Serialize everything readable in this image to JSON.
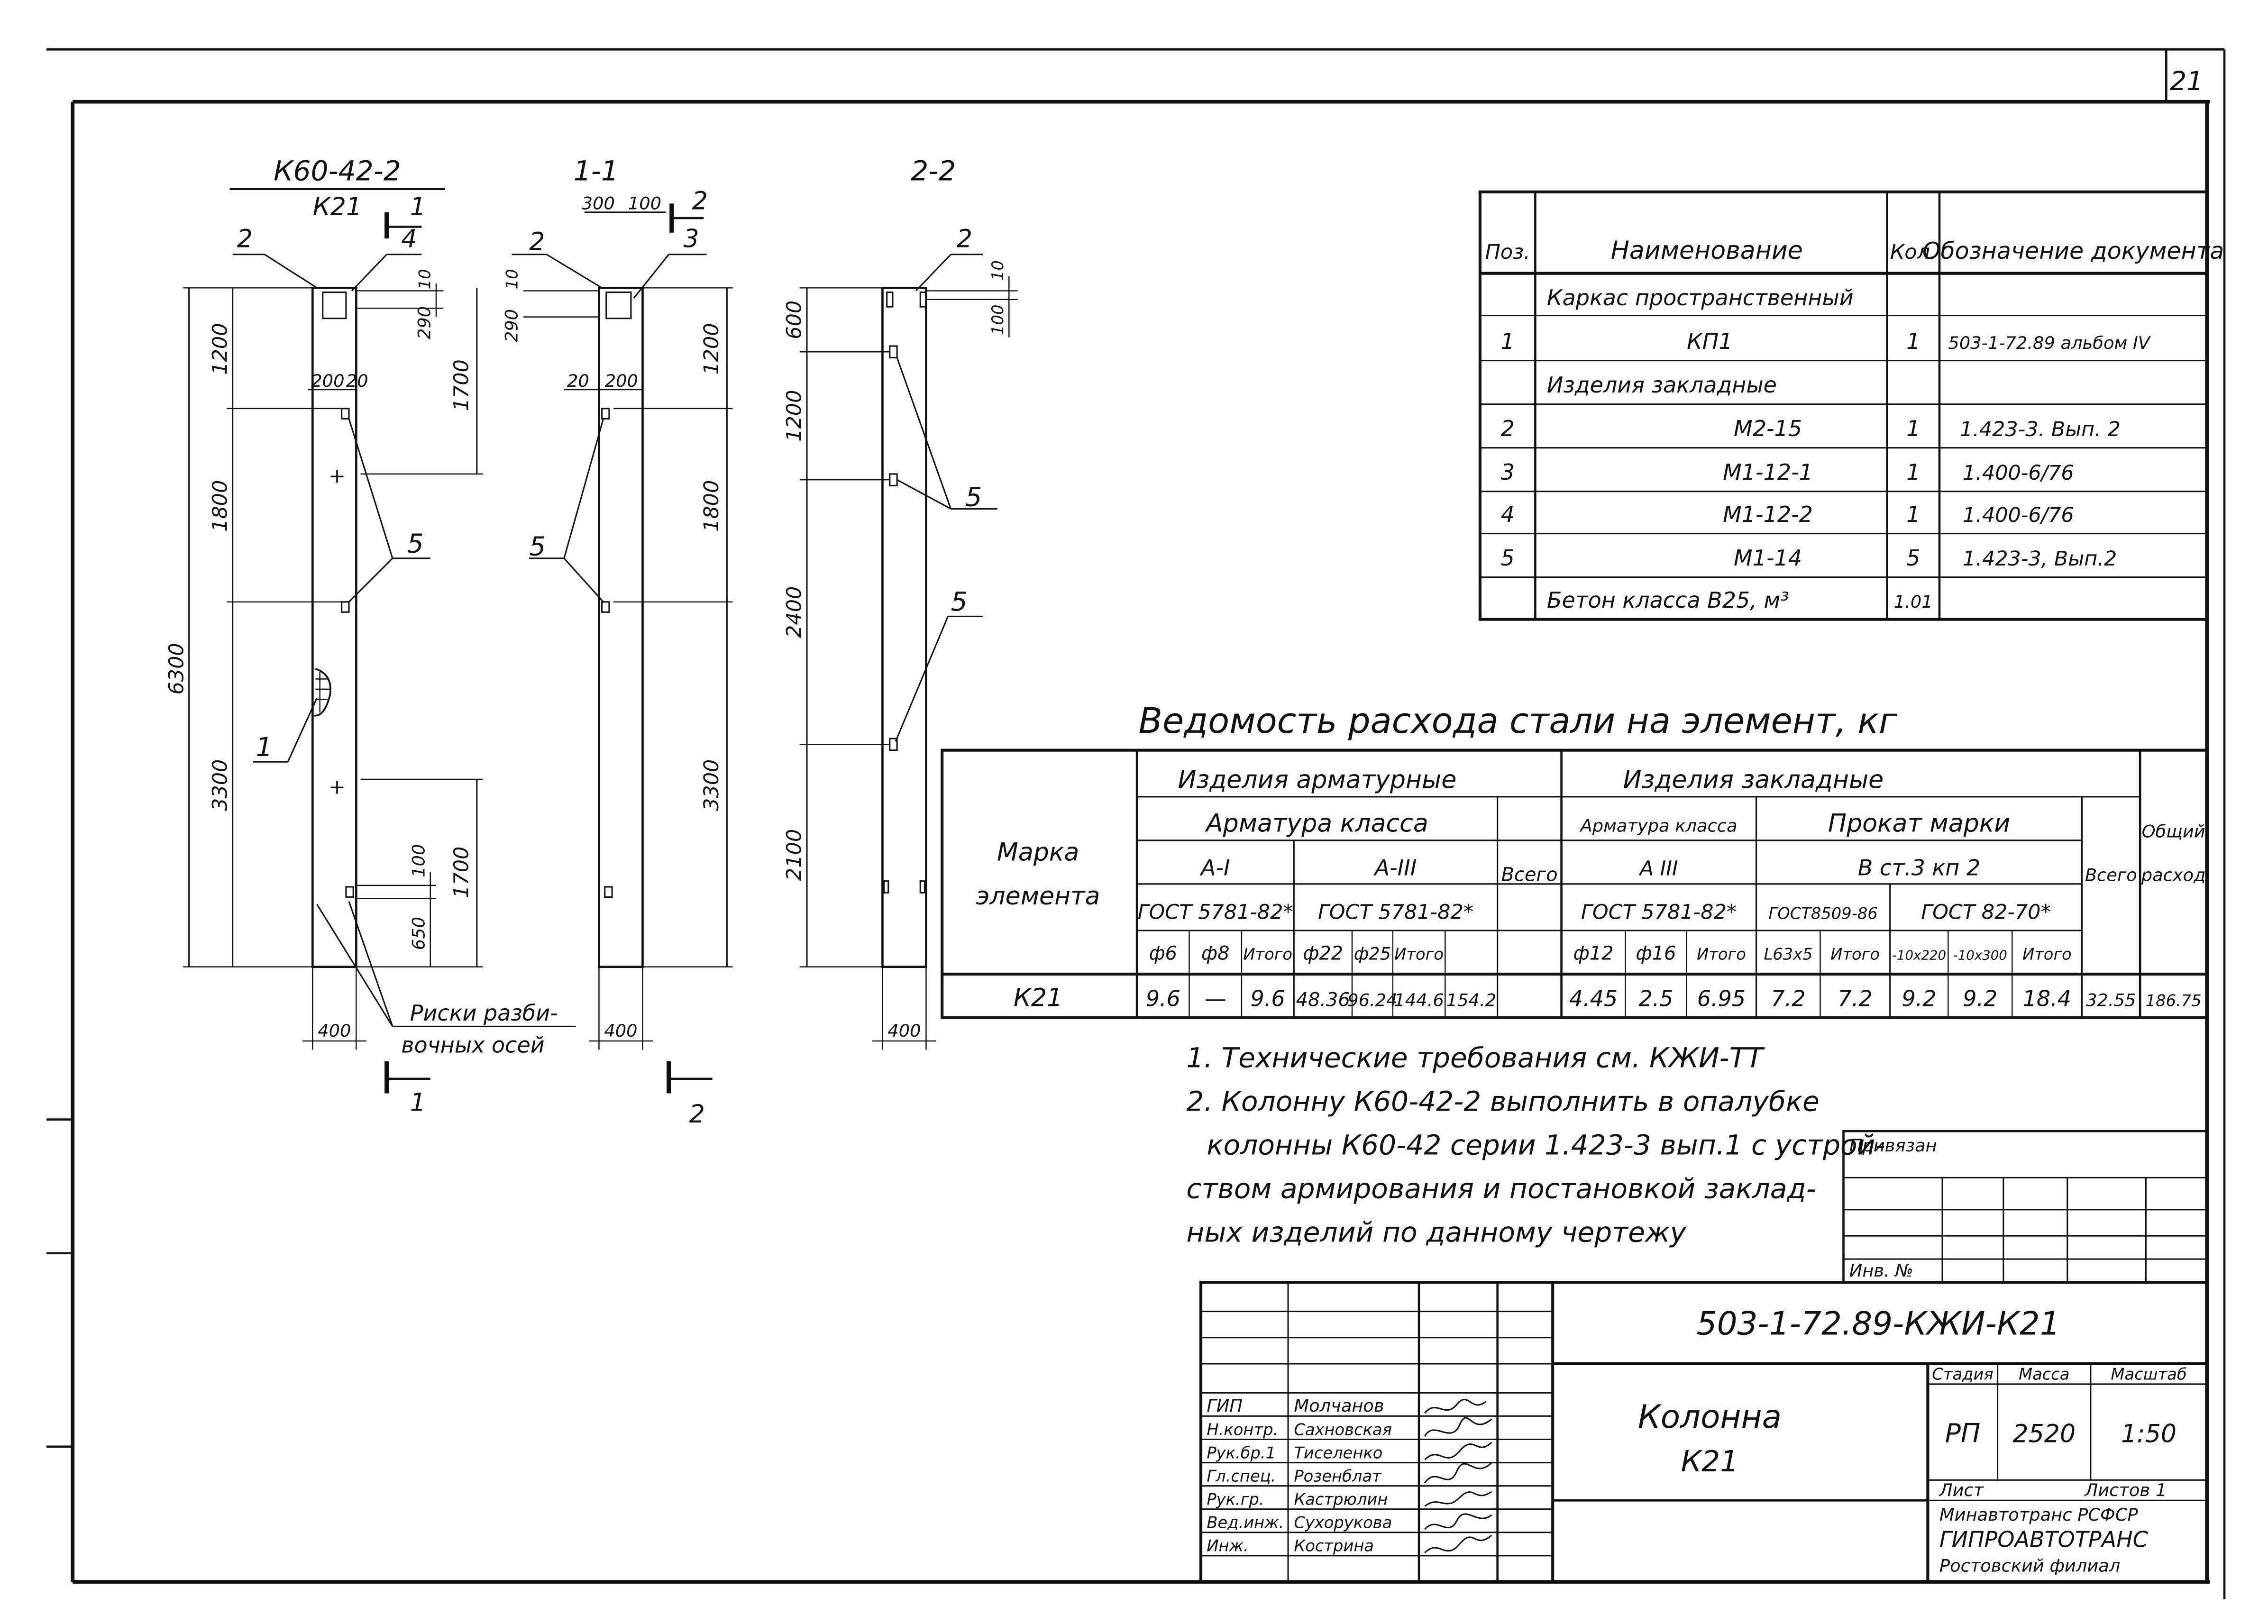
{
  "sheet_number": "21",
  "views": {
    "main": {
      "title": "К60-42-2",
      "subtitle": "К21",
      "dims_left": [
        "1200",
        "1800",
        "3300"
      ],
      "dim_total": "6300",
      "dims_right": [
        "10",
        "290",
        "1700",
        "1700",
        "100",
        "650"
      ],
      "dims_top": [
        "200",
        "20"
      ],
      "dim_width": "400",
      "callouts": [
        "2",
        "4",
        "5",
        "1"
      ],
      "section_mark_top": "1",
      "section_mark_bottom": "1",
      "note": [
        "Риски разби-",
        "вочных осей"
      ]
    },
    "section1": {
      "title": "1-1",
      "dims_top": [
        "300",
        "100"
      ],
      "dims_mid": [
        "20",
        "200"
      ],
      "dims_left": [
        "290",
        "10"
      ],
      "dims_right": [
        "1200",
        "1800",
        "3300"
      ],
      "dim_width": "400",
      "callouts": [
        "2",
        "3",
        "2",
        "5"
      ],
      "section_mark_bottom": "2"
    },
    "section2": {
      "title": "2-2",
      "dims_left": [
        "600",
        "1200",
        "2400",
        "2100"
      ],
      "dims_right": [
        "10",
        "100"
      ],
      "dim_width": "400",
      "callouts": [
        "2",
        "5",
        "5"
      ]
    }
  },
  "spec_table": {
    "headers": [
      "Поз.",
      "Наименование",
      "Кол.",
      "Обозначение документа"
    ],
    "rows": [
      {
        "pos": "",
        "name": "Каркас пространственный",
        "qty": "",
        "doc": ""
      },
      {
        "pos": "1",
        "name": "КП1",
        "qty": "1",
        "doc": "503-1-72.89 альбом IV"
      },
      {
        "pos": "",
        "name": "Изделия закладные",
        "qty": "",
        "doc": ""
      },
      {
        "pos": "2",
        "name": "М2-15",
        "qty": "1",
        "doc": "1.423-3. Вып. 2"
      },
      {
        "pos": "3",
        "name": "М1-12-1",
        "qty": "1",
        "doc": "1.400-6/76"
      },
      {
        "pos": "4",
        "name": "М1-12-2",
        "qty": "1",
        "doc": "1.400-6/76"
      },
      {
        "pos": "5",
        "name": "М1-14",
        "qty": "5",
        "doc": "1.423-3, Вып.2"
      },
      {
        "pos": "",
        "name": "Бетон класса В25, м³",
        "qty": "1.01",
        "doc": ""
      }
    ]
  },
  "steel_table": {
    "title": "Ведомость расхода стали на элемент, кг",
    "mark_header": [
      "Марка",
      "элемента"
    ],
    "group_rebar": "Изделия арматурные",
    "group_embedded": "Изделия закладные",
    "rebar_class": "Арматура класса",
    "class_AI": "А-I",
    "class_AIII": "А-III",
    "gost_AI": "ГОСТ 5781-82*",
    "gost_AIII": "ГОСТ 5781-82*",
    "total_rebar": "Всего",
    "emb_rebar_class": "Арматура класса",
    "emb_class": "А III",
    "rolled_grade": "Прокат марки",
    "rolled_steel": "В ст.3 кп 2",
    "emb_gost_rebar": "ГОСТ 5781-82*",
    "emb_gost_angle": "ГОСТ8509-86",
    "emb_gost_plate": "ГОСТ 82-70*",
    "total_emb": "Всего",
    "overall": [
      "Общий",
      "расход"
    ],
    "subheads": [
      "ф6",
      "ф8",
      "Итого",
      "ф22",
      "ф25",
      "Итого",
      "ф12",
      "ф16",
      "Итого",
      "L63x5",
      "Итого",
      "-10x220",
      "-10x300",
      "Итого"
    ],
    "mark": "К21",
    "values": [
      "9.6",
      "—",
      "9.6",
      "48.36",
      "96.24",
      "144.6",
      "154.2",
      "4.45",
      "2.5",
      "6.95",
      "7.2",
      "7.2",
      "9.2",
      "9.2",
      "18.4",
      "32.55",
      "186.75"
    ]
  },
  "notes": [
    "1. Технические требования см. КЖИ-ТТ",
    "2. Колонну К60-42-2 выполнить в опалубке",
    "колонны К60-42 серии 1.423-3 вып.1 с устрой-",
    "ством армирования и постановкой заклад-",
    "ных изделий по данному чертежу"
  ],
  "stamp": {
    "attached": "Привязан",
    "inv": "Инв. №",
    "code": "503-1-72.89-КЖИ-К21",
    "title": [
      "Колонна",
      "К21"
    ],
    "stage_head": "Стадия",
    "mass_head": "Масса",
    "scale_head": "Масштаб",
    "stage": "РП",
    "mass": "2520",
    "scale": "1:50",
    "sheet": "Лист",
    "sheets": "Листов 1",
    "org": [
      "Минавтотранс РСФСР",
      "ГИПРОАВТОТРАНС",
      "Ростовский филиал"
    ],
    "people": [
      {
        "role": "ГИП",
        "name": "Молчанов"
      },
      {
        "role": "Н.контр.",
        "name": "Сахновская"
      },
      {
        "role": "Рук.бр.1",
        "name": "Тиселенко"
      },
      {
        "role": "Гл.спец.",
        "name": "Розенблат"
      },
      {
        "role": "Рук.гр.",
        "name": "Кастрюлин"
      },
      {
        "role": "Вед.инж.",
        "name": "Сухорукова"
      },
      {
        "role": "Инж.",
        "name": "Кострина"
      }
    ]
  }
}
